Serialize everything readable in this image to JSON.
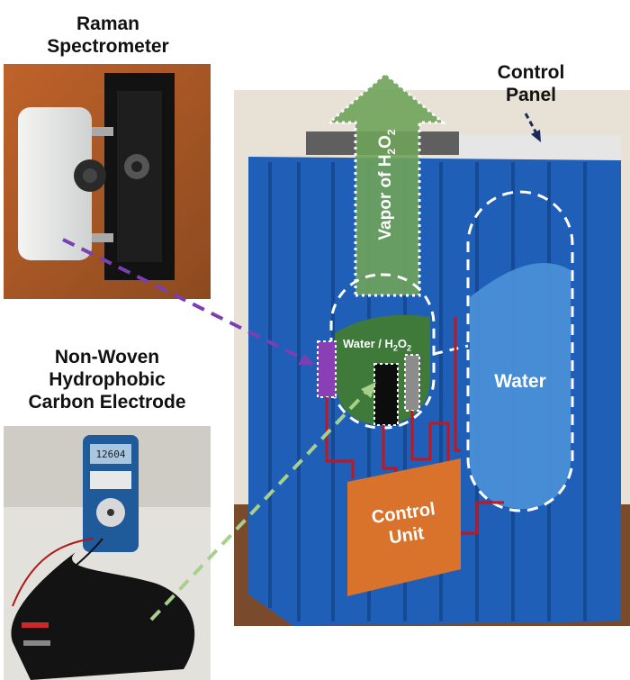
{
  "labels": {
    "raman_line1": "Raman",
    "raman_line2": "Spectrometer",
    "electrode_line1": "Non-Woven",
    "electrode_line2": "Hydrophobic",
    "electrode_line3": "Carbon Electrode",
    "control_panel_line1": "Control",
    "control_panel_line2": "Panel",
    "vapor_prefix": "Vapor of H",
    "vapor_sub1": "2",
    "vapor_mid": "O",
    "vapor_sub2": "2",
    "water_h2o2_prefix": "Water / H",
    "water_h2o2_sub1": "2",
    "water_h2o2_mid": "O",
    "water_h2o2_sub2": "2",
    "water": "Water",
    "control_unit_line1": "Control",
    "control_unit_line2": "Unit",
    "multimeter_display": "12604"
  },
  "colors": {
    "container_blue": "#1f5fb8",
    "vapor_green": "#6fa35a",
    "chamber_green": "#3f7a3a",
    "water_blue": "#4a8fd6",
    "control_unit_orange": "#d9722a",
    "wire_red": "#c4161c",
    "purple_electrode": "#8a3fb5",
    "purple_arrow": "#7a3fb0",
    "green_arrow": "#a8d08d",
    "navy_arrow": "#1b2a5c"
  }
}
